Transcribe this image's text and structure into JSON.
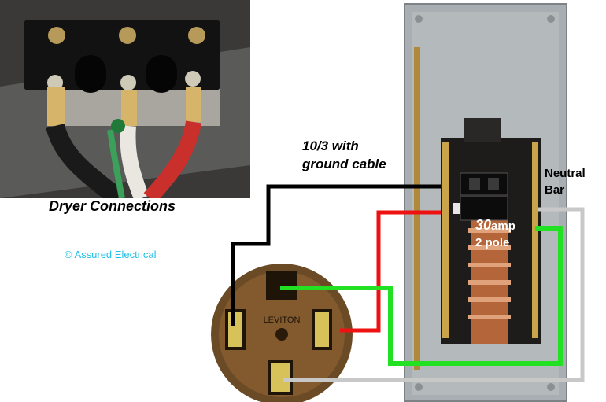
{
  "photo": {
    "caption": "Dryer Connections"
  },
  "copyright": "© Assured Electrical",
  "cable": {
    "line1": "10/3 with",
    "line2": "ground cable"
  },
  "panel": {
    "neutral_line1": "Neutral",
    "neutral_line2": "Bar",
    "breaker_value": "30",
    "breaker_unit": "amp",
    "breaker_type": "2 pole"
  },
  "receptacle": {
    "brand": "LEVITON"
  },
  "colors": {
    "hot_black": "#000000",
    "hot_red": "#ee1111",
    "ground_green": "#22e022",
    "neutral_white": "#c8c8c8",
    "copyright": "#1fc0e6",
    "panel_gray": "#a7acb0"
  }
}
